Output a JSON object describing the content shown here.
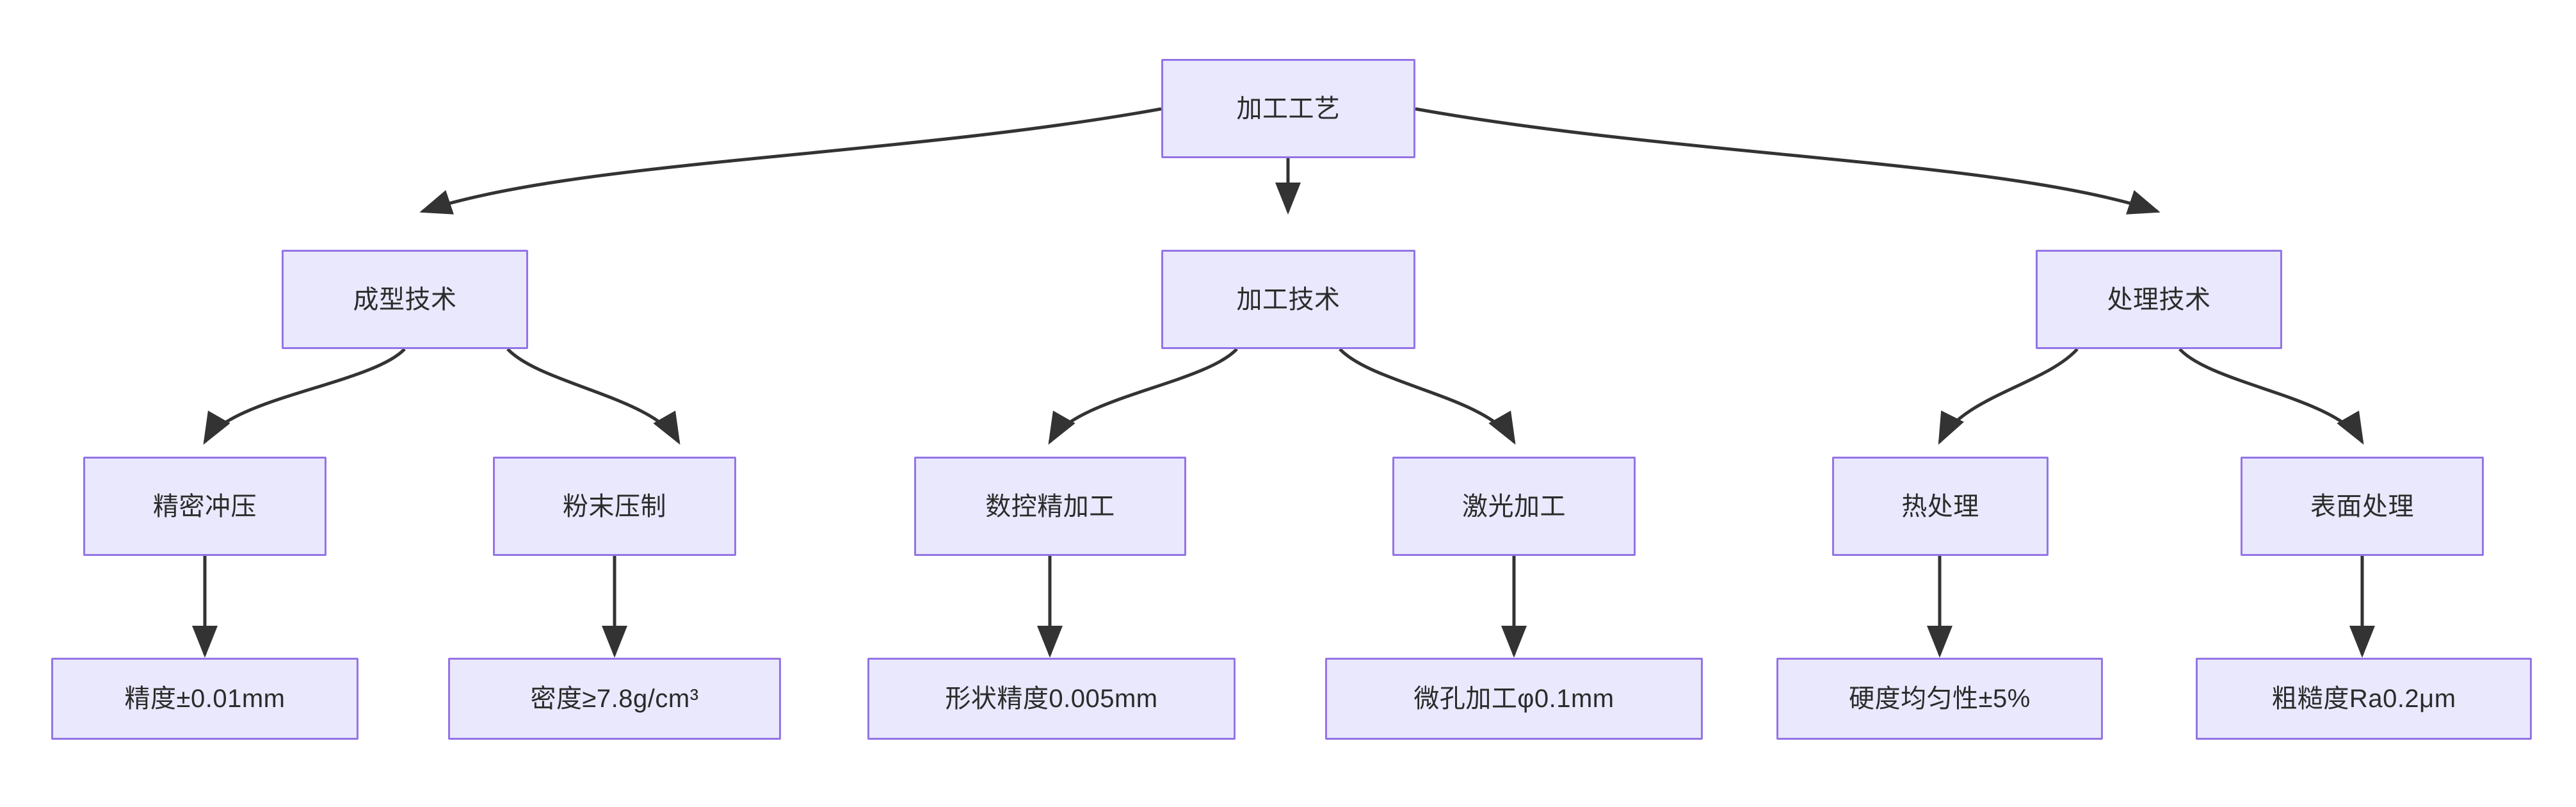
{
  "diagram": {
    "type": "flowchart-tree",
    "direction": "top-down",
    "title": "加工工艺",
    "colors": {
      "node_fill": "#e9e8fd",
      "node_border": "#9474e6",
      "node_text": "#2b2b2b",
      "edge_stroke": "#333333",
      "background": "#ffffff"
    },
    "levels": [
      {
        "level": 1,
        "nodes": [
          {
            "id": "root",
            "label": "加工工艺"
          }
        ]
      },
      {
        "level": 2,
        "nodes": [
          {
            "id": "forming",
            "label": "成型技术"
          },
          {
            "id": "machining",
            "label": "加工技术"
          },
          {
            "id": "treatment",
            "label": "处理技术"
          }
        ]
      },
      {
        "level": 3,
        "nodes": [
          {
            "id": "precision-stamping",
            "label": "精密冲压"
          },
          {
            "id": "powder-pressing",
            "label": "粉末压制"
          },
          {
            "id": "cnc-finishing",
            "label": "数控精加工"
          },
          {
            "id": "laser-machining",
            "label": "激光加工"
          },
          {
            "id": "heat-treatment",
            "label": "热处理"
          },
          {
            "id": "surface-treatment",
            "label": "表面处理"
          }
        ]
      },
      {
        "level": 4,
        "nodes": [
          {
            "id": "spec-accuracy",
            "label": "精度±0.01mm"
          },
          {
            "id": "spec-density",
            "label": "密度≥7.8g/cm³"
          },
          {
            "id": "spec-form-accuracy",
            "label": "形状精度0.005mm"
          },
          {
            "id": "spec-microhole",
            "label": "微孔加工φ0.1mm"
          },
          {
            "id": "spec-hardness",
            "label": "硬度均匀性±5%"
          },
          {
            "id": "spec-roughness",
            "label": "粗糙度Ra0.2μm"
          }
        ]
      }
    ],
    "edges": [
      {
        "from": "root",
        "to": "forming"
      },
      {
        "from": "root",
        "to": "machining"
      },
      {
        "from": "root",
        "to": "treatment"
      },
      {
        "from": "forming",
        "to": "precision-stamping"
      },
      {
        "from": "forming",
        "to": "powder-pressing"
      },
      {
        "from": "machining",
        "to": "cnc-finishing"
      },
      {
        "from": "machining",
        "to": "laser-machining"
      },
      {
        "from": "treatment",
        "to": "heat-treatment"
      },
      {
        "from": "treatment",
        "to": "surface-treatment"
      },
      {
        "from": "precision-stamping",
        "to": "spec-accuracy"
      },
      {
        "from": "powder-pressing",
        "to": "spec-density"
      },
      {
        "from": "cnc-finishing",
        "to": "spec-form-accuracy"
      },
      {
        "from": "laser-machining",
        "to": "spec-microhole"
      },
      {
        "from": "heat-treatment",
        "to": "spec-hardness"
      },
      {
        "from": "surface-treatment",
        "to": "spec-roughness"
      }
    ]
  }
}
